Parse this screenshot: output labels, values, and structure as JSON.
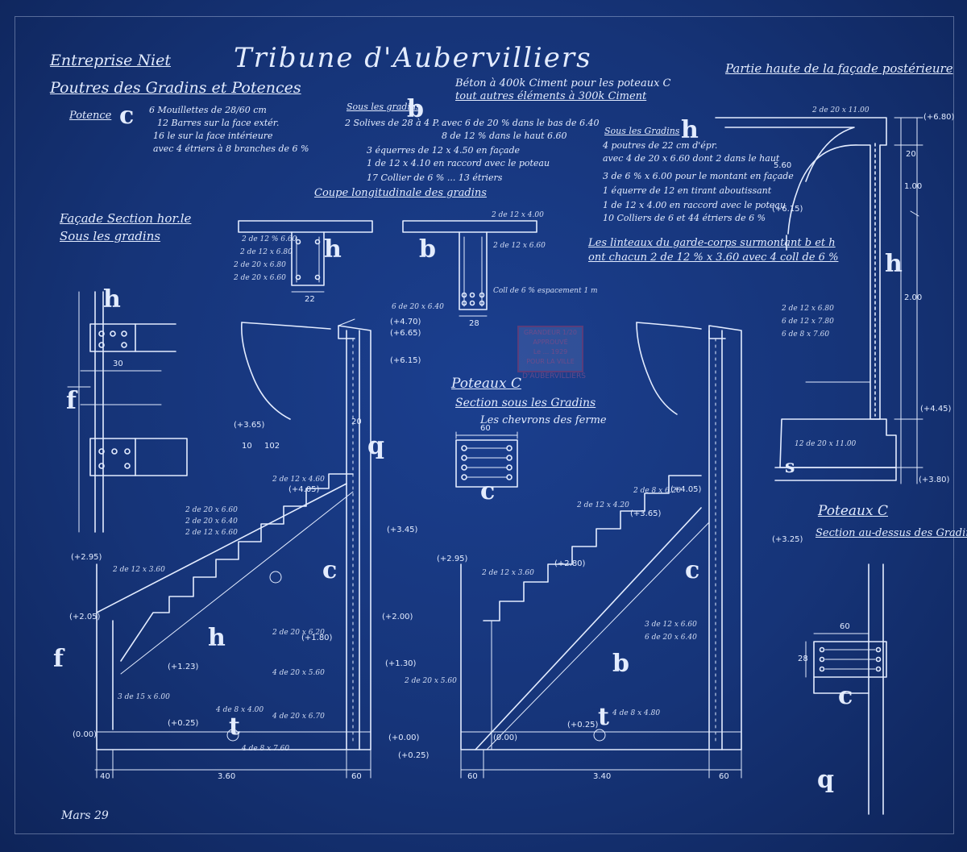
{
  "header": {
    "company": "Entreprise Niet",
    "title": "Tribune d'Aubervilliers",
    "subject": "Poutres des Gradins et Potences",
    "top_right": "Partie haute de la façade postérieure",
    "spec_note_1": "Béton à 400k Ciment pour les poteaux C",
    "spec_note_2": "tout autres éléments à 300k Ciment"
  },
  "sections": {
    "potence": "Potence",
    "facade": "Façade Section hor.le",
    "facade_sub": "Sous les gradins",
    "coupe": "Coupe longitudinale des gradins",
    "poteau_mid": "Poteaux C",
    "poteau_mid_sub": "Section sous les Gradins",
    "poteau_right": "Poteaux C",
    "poteau_right_sub": "Section au-dessus des Gradins",
    "linteaux": "Les linteaux du garde-corps surmontant b et h",
    "linteaux_2": "ont chacun 2 de 12 % x 3.60 avec 4 coll de 6 %",
    "signature": "Mars 29"
  },
  "notes": {
    "c_block": [
      "6 Mouillettes de 28/60 cm",
      "12 Barres sur la face extér.",
      "16 le sur la face intérieure",
      "avec 4 étriers à 8 branches de 6 %"
    ],
    "b_block": [
      "Sous les gradins",
      "2 Solives de 28 à 4 P.",
      "avec 6 de 20 % dans le bas de 6.40",
      "8 de 12 % dans le haut 6.60",
      "3 équerres de 12 x 4.50 en façade",
      "1 de 12 x 4.10 en raccord avec le poteau",
      "17 Collier de 6 % ...  13 étriers"
    ],
    "h_block": [
      "Sous les Gradins",
      "4 poutres de 22 cm d'épr.",
      "avec 4 de 20 x 6.60 dont 2 dans le haut",
      "3 de 6 % x 6.00 pour le montant en façade",
      "1 équerre de 12 en tirant aboutissant",
      "1 de 12 x 4.00 en raccord avec le poteau",
      "10 Colliers de 6 et 44 étriers de 6 %"
    ],
    "centre_note": "Les chevrons des ferme"
  },
  "letters": {
    "c_top": "c",
    "b_top": "b",
    "h_top": "h",
    "h_sec": "h",
    "b_sec": "b",
    "h_left": "h",
    "f_left": "f",
    "f_stair": "f",
    "h_stair_left": "h",
    "c_left_col": "c",
    "t_left": "t",
    "c_mid": "c",
    "b_stair_right": "b",
    "c_right_col": "c",
    "t_right": "t",
    "h_right": "h",
    "s_right": "s",
    "c_detail": "c",
    "q_detail": "q",
    "q_left": "q"
  },
  "rebar_labels": {
    "h_sec": [
      "2 de 12 % 6.60",
      "2 de 12 x 6.80",
      "2 de 20 x 6.80",
      "2 de 20 x 6.60"
    ],
    "b_sec": [
      "2 de 12 x 4.00",
      "2 de 12 x 6.60",
      "Coll de 6 % espacement 1 m",
      "6 de 20 x 6.40"
    ],
    "left_stair": [
      "2 de 12 x 4.60",
      "2 de 20 x 6.60",
      "2 de 20 x 6.40",
      "2 de 12 x 6.60",
      "2 de 12 x 3.60",
      "2 de 20 x 6.20",
      "4 de 20 x 6.70",
      "4 de 20 x 5.60",
      "3 de 15 x 6.00",
      "4 de 8 x 4.00",
      "4 de 8 x 7.60"
    ],
    "right_stair": [
      "2 de 12 x 4.20",
      "2 de 8 x 6.20",
      "2 de 12 x 3.60",
      "3 de 12 x 6.60",
      "6 de 20 x 6.40",
      "2 de 20 x 5.60",
      "4 de 8 x 4.80"
    ],
    "right_detail": [
      "2 de 20 x 11.00",
      "2 de 12 x 6.80",
      "6 de 12 x 7.80",
      "6 de 8 x 7.60",
      "12 de 20 x 11.00"
    ]
  },
  "elevations": {
    "left": [
      "(+4.70)",
      "(+6.65)",
      "(+6.15)",
      "(+3.65)",
      "(+4.05)",
      "(+3.45)",
      "(+2.95)",
      "(+2.05)",
      "(+1.80)",
      "(+1.23)",
      "(+0.25)",
      "(0.00)",
      "(+0.00)",
      "(+0.25)"
    ],
    "right": [
      "(+3.65)",
      "(+4.05)",
      "(+2.95)",
      "(+2.80)",
      "(+2.00)",
      "(+1.30)",
      "(+0.25)",
      "(0.00)",
      "(+3.25)"
    ],
    "detail": [
      "(+6.80)",
      "(+6.15)",
      "(+4.45)",
      "(+3.80)"
    ]
  },
  "dimensions": {
    "left_span": "3.60",
    "left_edge": "40",
    "left_col": "60",
    "left_col_right": "20",
    "right_span": "3.40",
    "right_edge": "60",
    "right_col": "60",
    "sec_h_w": "22",
    "sec_b_w": "28",
    "col_w": "60",
    "mid_30": "30",
    "mid_102": "102",
    "mid_10": "10",
    "det_60": "60",
    "det_28": "28",
    "det_20": "20",
    "det_1_00": "1.00",
    "det_2_00": "2.00",
    "det_5_60": "5.60"
  },
  "stamp": [
    "GRANDEUR 1/20",
    "APPROUVÉ",
    "Le ... 1929",
    "POUR LA VILLE",
    "D'AUBERVILLIERS"
  ],
  "colors": {
    "ink": "#e3ecff",
    "paper": "#163478",
    "paper_edge": "#0e2459"
  }
}
